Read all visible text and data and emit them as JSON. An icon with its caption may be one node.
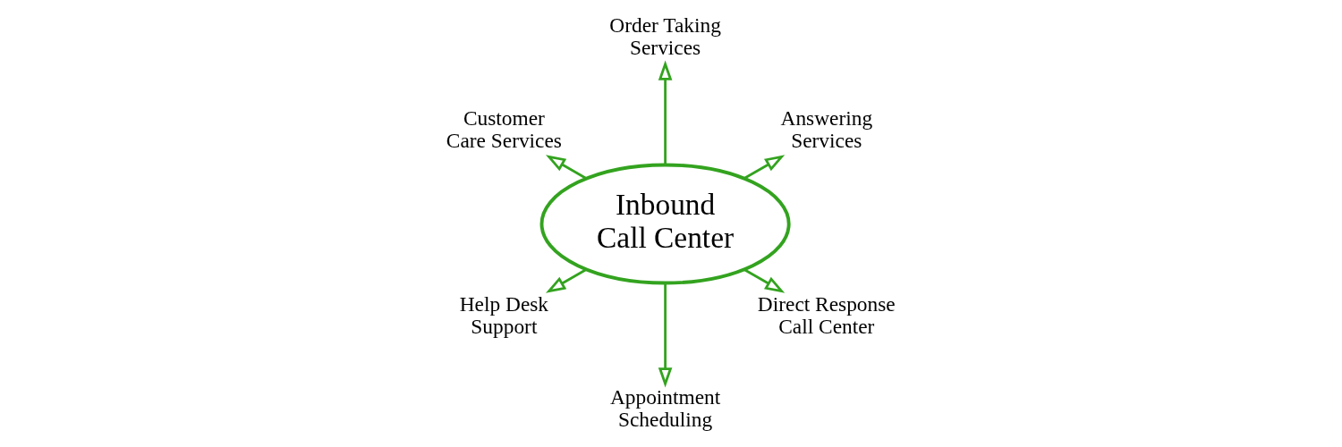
{
  "diagram": {
    "nodes": [
      {
        "text": [
          "Order Taking Services"
        ]
      },
      {
        "text": [
          "Customer Care Services"
        ]
      },
      {
        "text": [
          "Answering Services"
        ]
      },
      {
        "text": [
          "Inbound Call Center"
        ]
      },
      {
        "text": [
          "Help Desk Support"
        ]
      },
      {
        "text": [
          "Direct Response Call Center"
        ]
      },
      {
        "text": [
          "Appointment Scheduling"
        ]
      }
    ],
    "edges": [
      {
        "from": 3,
        "to": 2,
        "arrow": "to"
      },
      {
        "from": 3,
        "to": 0,
        "arrow": "to"
      },
      {
        "from": 3,
        "to": 1,
        "arrow": "to"
      },
      {
        "from": 3,
        "to": 4,
        "arrow": "to"
      },
      {
        "from": 3,
        "to": 6,
        "arrow": "to"
      },
      {
        "from": 3,
        "to": 5,
        "arrow": "to"
      }
    ]
  }
}
